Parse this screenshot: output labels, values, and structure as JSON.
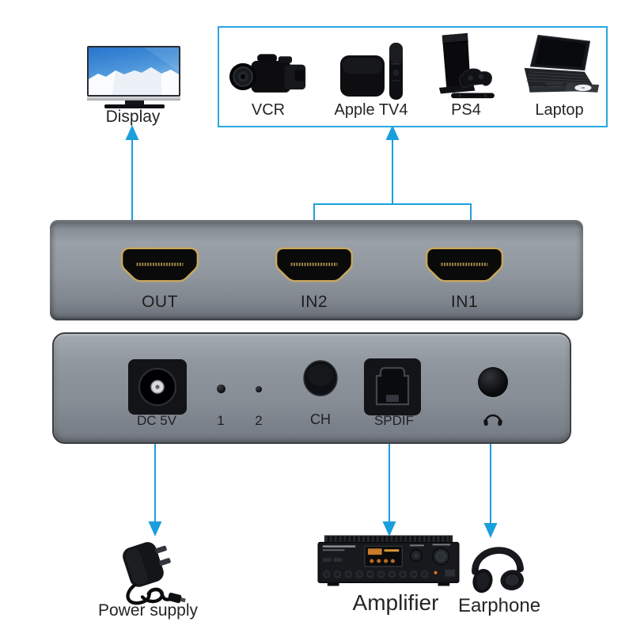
{
  "display": {
    "label": "Display",
    "icon": "tv-icon"
  },
  "sources": {
    "items": [
      {
        "label": "VCR",
        "icon": "camcorder-icon"
      },
      {
        "label": "Apple TV4",
        "icon": "apple-tv-icon"
      },
      {
        "label": "PS4",
        "icon": "ps4-console-icon"
      },
      {
        "label": "Laptop",
        "icon": "laptop-icon"
      }
    ]
  },
  "front_panel": {
    "ports": [
      {
        "label": "OUT"
      },
      {
        "label": "IN2"
      },
      {
        "label": "IN1"
      }
    ]
  },
  "back_panel": {
    "dc": "DC 5V",
    "led1": "1",
    "led2": "2",
    "ch": "CH",
    "spdif": "SPDIF",
    "headphone_icon": "headphone-icon"
  },
  "outputs": {
    "power": {
      "label": "Power supply",
      "icon": "power-adapter-icon"
    },
    "amplifier": {
      "label": "Amplifier",
      "icon": "amplifier-icon"
    },
    "earphone": {
      "label": "Earphone",
      "icon": "headphones-icon"
    }
  },
  "colors": {
    "accent": "#1B9FDC",
    "box_border": "#29A8DF",
    "panel_gray": "#8D939B",
    "hdmi_gold": "#C9A85E"
  }
}
